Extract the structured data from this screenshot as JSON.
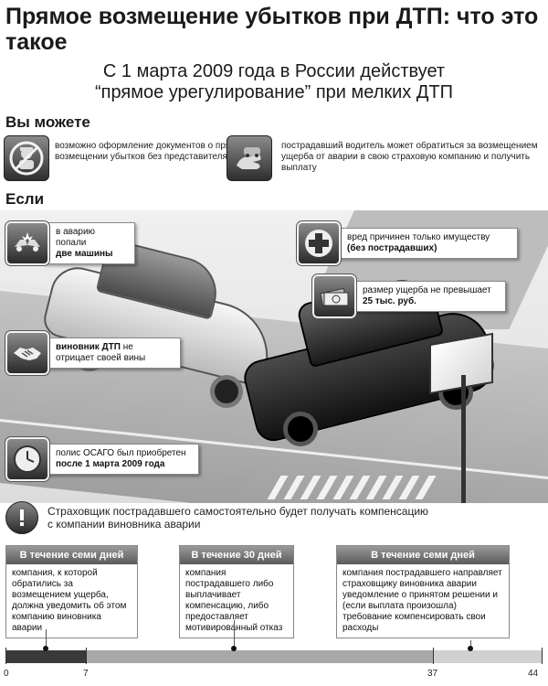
{
  "header": {
    "title": "Прямое возмещение убытков при ДТП: что это такое",
    "subtitle_line1": "С 1 марта 2009 года в России действует",
    "subtitle_line2": "“прямое урегулирование” при мелких ДТП"
  },
  "can": {
    "label": "Вы можете",
    "items": [
      {
        "icon": "no-police-icon",
        "text": "возможно оформление документов о прямом возмещении убытков без представителя ГИБДД"
      },
      {
        "icon": "hand-car-icon",
        "text": "пострадавший водитель может обратиться за возмещением ущерба от аварии в свою страховую компанию и получить  выплату"
      }
    ]
  },
  "if": {
    "label": "Если",
    "conditions": [
      {
        "icon": "crash-icon",
        "text_plain": "в аварию попали",
        "text_bold": "две машины"
      },
      {
        "icon": "medical-cross-icon",
        "text_plain": "вред причинен только имуществу",
        "text_bold": "(без пострадавших)"
      },
      {
        "icon": "money-icon",
        "text_plain": "размер ущерба не превышает",
        "text_bold": "25 тыс. руб."
      },
      {
        "icon": "handshake-icon",
        "text_bold": "виновник ДТП",
        "text_plain": "не отрицает своей вины"
      },
      {
        "icon": "clock-icon",
        "text_plain": "полис ОСАГО был приобретен",
        "text_bold": "после 1 марта 2009 года"
      }
    ]
  },
  "note": {
    "icon": "exclamation-icon",
    "line1": "Страховщик пострадавшего самостоятельно будет получать компенсацию",
    "line2": "с компании виновника аварии"
  },
  "periods": [
    {
      "head": "В течение семи дней",
      "body": "компания, к которой обратились за возмещением ущерба, должна уведомить об этом компанию виновника аварии"
    },
    {
      "head": "В течение 30 дней",
      "body": "компания пострадавшего либо выплачивает компенсацию, либо предоставляет мотивированный отказ"
    },
    {
      "head": "В течение семи дней",
      "body": "компания пострадавшего направляет страховщику виновника аварии уведомление о принятом решении и (если выплата произошла) требование компенсировать свои расходы"
    }
  ],
  "timeline": {
    "labels": [
      "0",
      "7",
      "37",
      "44"
    ],
    "colors": {
      "dark": "#3a3a3a",
      "mid": "#a8a8a8",
      "light": "#d0d0d0"
    }
  }
}
